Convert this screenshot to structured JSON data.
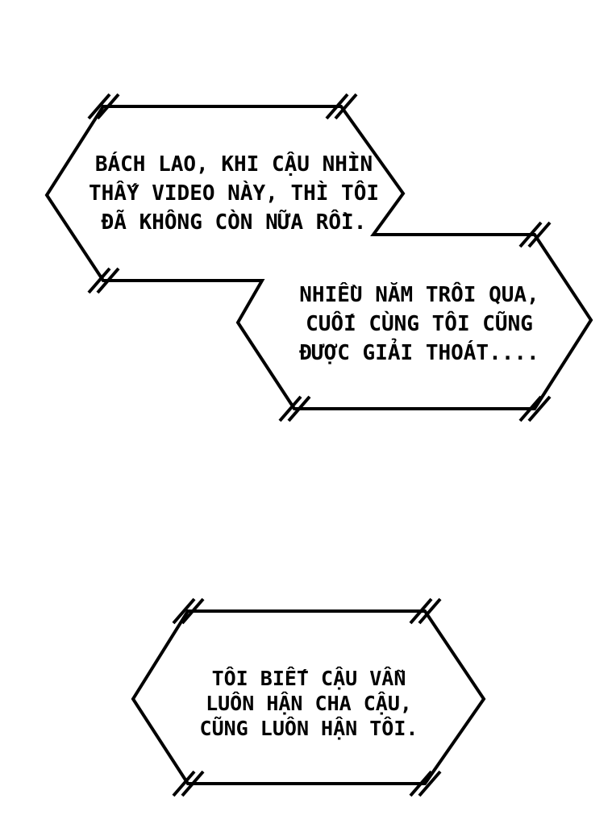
{
  "page": {
    "type": "comic-panel",
    "background_color": "#ffffff",
    "ink_color": "#000000"
  },
  "bubbles": [
    {
      "id": "speech-bubble-1",
      "shape": "angular-hexagon",
      "lines": [
        "BÁCH LAO, KHI CẬU NHÌN",
        "THẤY VIDEO NÀY, THÌ TÔI",
        "ĐÃ KHÔNG CÒN NỮA RỒI."
      ]
    },
    {
      "id": "speech-bubble-2",
      "shape": "angular-hexagon",
      "lines": [
        "NHIỀU NĂM TRÔI QUA,",
        "CUỐI CÙNG TÔI CŨNG",
        "ĐƯỢC GIẢI THOÁT...."
      ]
    },
    {
      "id": "speech-bubble-3",
      "shape": "angular-hexagon",
      "lines": [
        "TÔI BIẾT CẬU VẪN",
        "LUÔN HẬN CHA CẬU,",
        "CŨNG LUÔN HẬN TÔI."
      ]
    }
  ]
}
